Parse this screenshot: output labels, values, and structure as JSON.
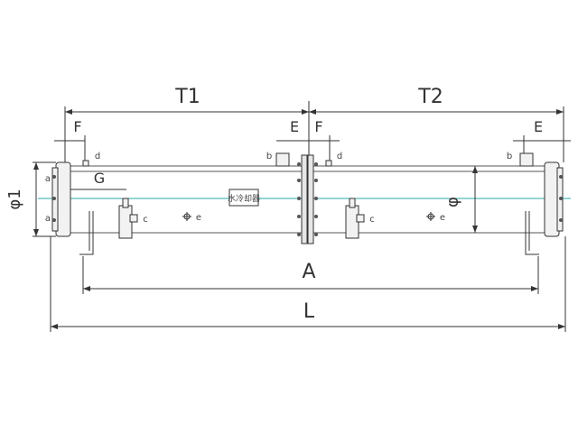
{
  "labels": {
    "T1": "T1",
    "T2": "T2",
    "F_left": "F",
    "F_mid": "F",
    "E_mid": "E",
    "E_right": "E",
    "d_left": "d",
    "d_mid": "d",
    "b_mid": "b",
    "b_right": "b",
    "G": "G",
    "phi1": "φ1",
    "a_top": "a",
    "a_bottom": "a",
    "c_left": "c",
    "c_right": "c",
    "e_left": "e",
    "e_right": "e",
    "phi": "φ",
    "A": "A",
    "L": "L",
    "nameplate": "水冷却器"
  },
  "icons": {
    "axis_line": "centerline",
    "drain_symbol": "crosshair-circle-icon"
  },
  "colors": {
    "axis": "#2aa8a8",
    "lines": "#333333",
    "background": "#ffffff"
  }
}
